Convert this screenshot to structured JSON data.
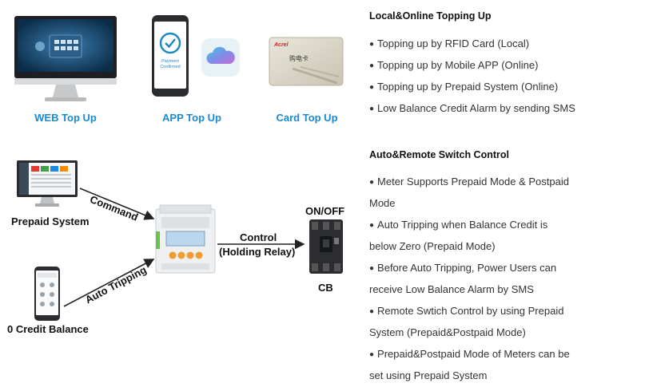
{
  "top_up": {
    "web_caption": "WEB Top Up",
    "app_caption": "APP Top Up",
    "card_caption": "Card Top Up",
    "phone_screen_text_1": "Payment",
    "phone_screen_text_2": "Confirmed",
    "card_logo": "Acrel",
    "card_title": "购电卡"
  },
  "section1": {
    "heading": "Local&Online Topping Up",
    "bullets": [
      "Topping up by RFID Card (Local)",
      "Topping up by Mobile APP (Online)",
      "Topping up by Prepaid System (Online)",
      "Low Balance Credit Alarm by sending SMS"
    ]
  },
  "diagram": {
    "prepaid_system_label": "Prepaid System",
    "credit_balance_label": "0 Credit Balance",
    "command_label": "Command",
    "auto_tripping_label": "Auto Tripping",
    "control_label": "Control",
    "holding_relay_label": "(Holding Relay)",
    "onoff_label": "ON/OFF",
    "cb_label": "CB"
  },
  "section2": {
    "heading": "Auto&Remote Switch Control",
    "bullets": [
      "Meter Supports Prepaid Mode & Postpaid",
      "Mode",
      "Auto Tripping when Balance Credit is",
      "below Zero (Prepaid Mode)",
      "Before Auto Tripping, Power Users can",
      "receive Low Balance Alarm by SMS",
      "Remote Swtich Control by using Prepaid",
      "System (Prepaid&Postpaid Mode)",
      "Prepaid&Postpaid Mode of Meters can be",
      "set using Prepaid System"
    ],
    "bullet_starts": [
      true,
      false,
      true,
      false,
      true,
      false,
      true,
      false,
      true,
      false
    ]
  }
}
